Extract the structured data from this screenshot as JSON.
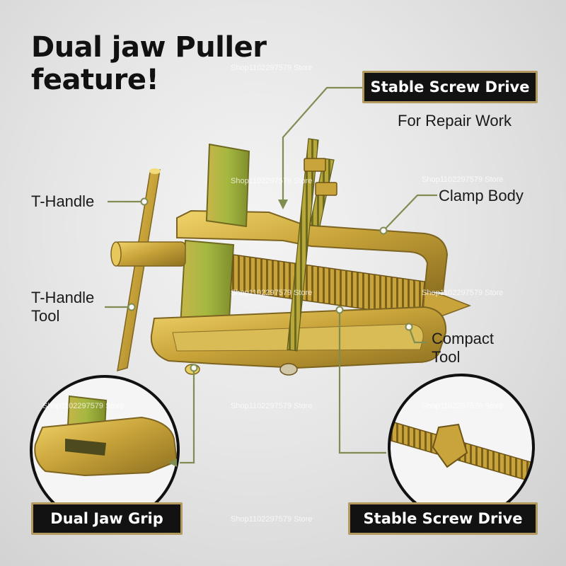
{
  "headline": {
    "line1": "Dual jaw Puller",
    "line2": "feature!"
  },
  "badges": {
    "top": "Stable Screw Drive",
    "bottom_left": "Dual Jaw Grip",
    "bottom_right": "Stable Screw Drive"
  },
  "labels": {
    "for_repair": "For Repair Work",
    "t_handle": "T-Handle",
    "t_handle_tool_1": "T-Handle",
    "t_handle_tool_2": "Tool",
    "clamp_body": "Clamp Body",
    "compact_1": "Compact",
    "compact_2": "Tool"
  },
  "watermark": "Shop1102297579 Store",
  "colors": {
    "badge_bg": "#121212",
    "badge_border": "#b39a5e",
    "pointer_line": "#7f8d52",
    "metal_gold": "#c9a43a",
    "metal_green": "#8fa838"
  }
}
